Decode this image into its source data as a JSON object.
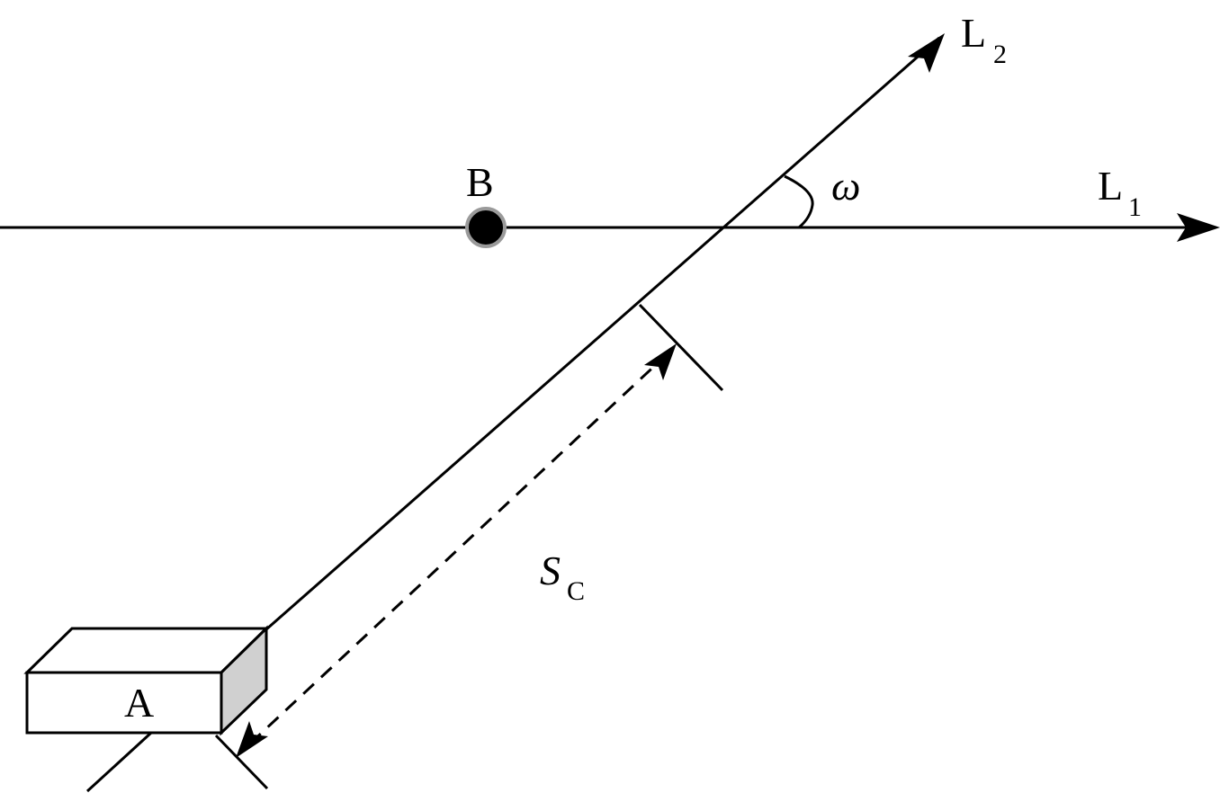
{
  "labels": {
    "point_b": "B",
    "line_1_main": "L",
    "line_1_sub": "1",
    "line_2_main": "L",
    "line_2_sub": "2",
    "angle": "ω",
    "distance_main": "S",
    "distance_sub": "C",
    "box": "A"
  },
  "colors": {
    "stroke": "#000000",
    "point_fill": "#000000",
    "point_ring": "#9a9a9a",
    "box_side": "#d0d0d0"
  }
}
